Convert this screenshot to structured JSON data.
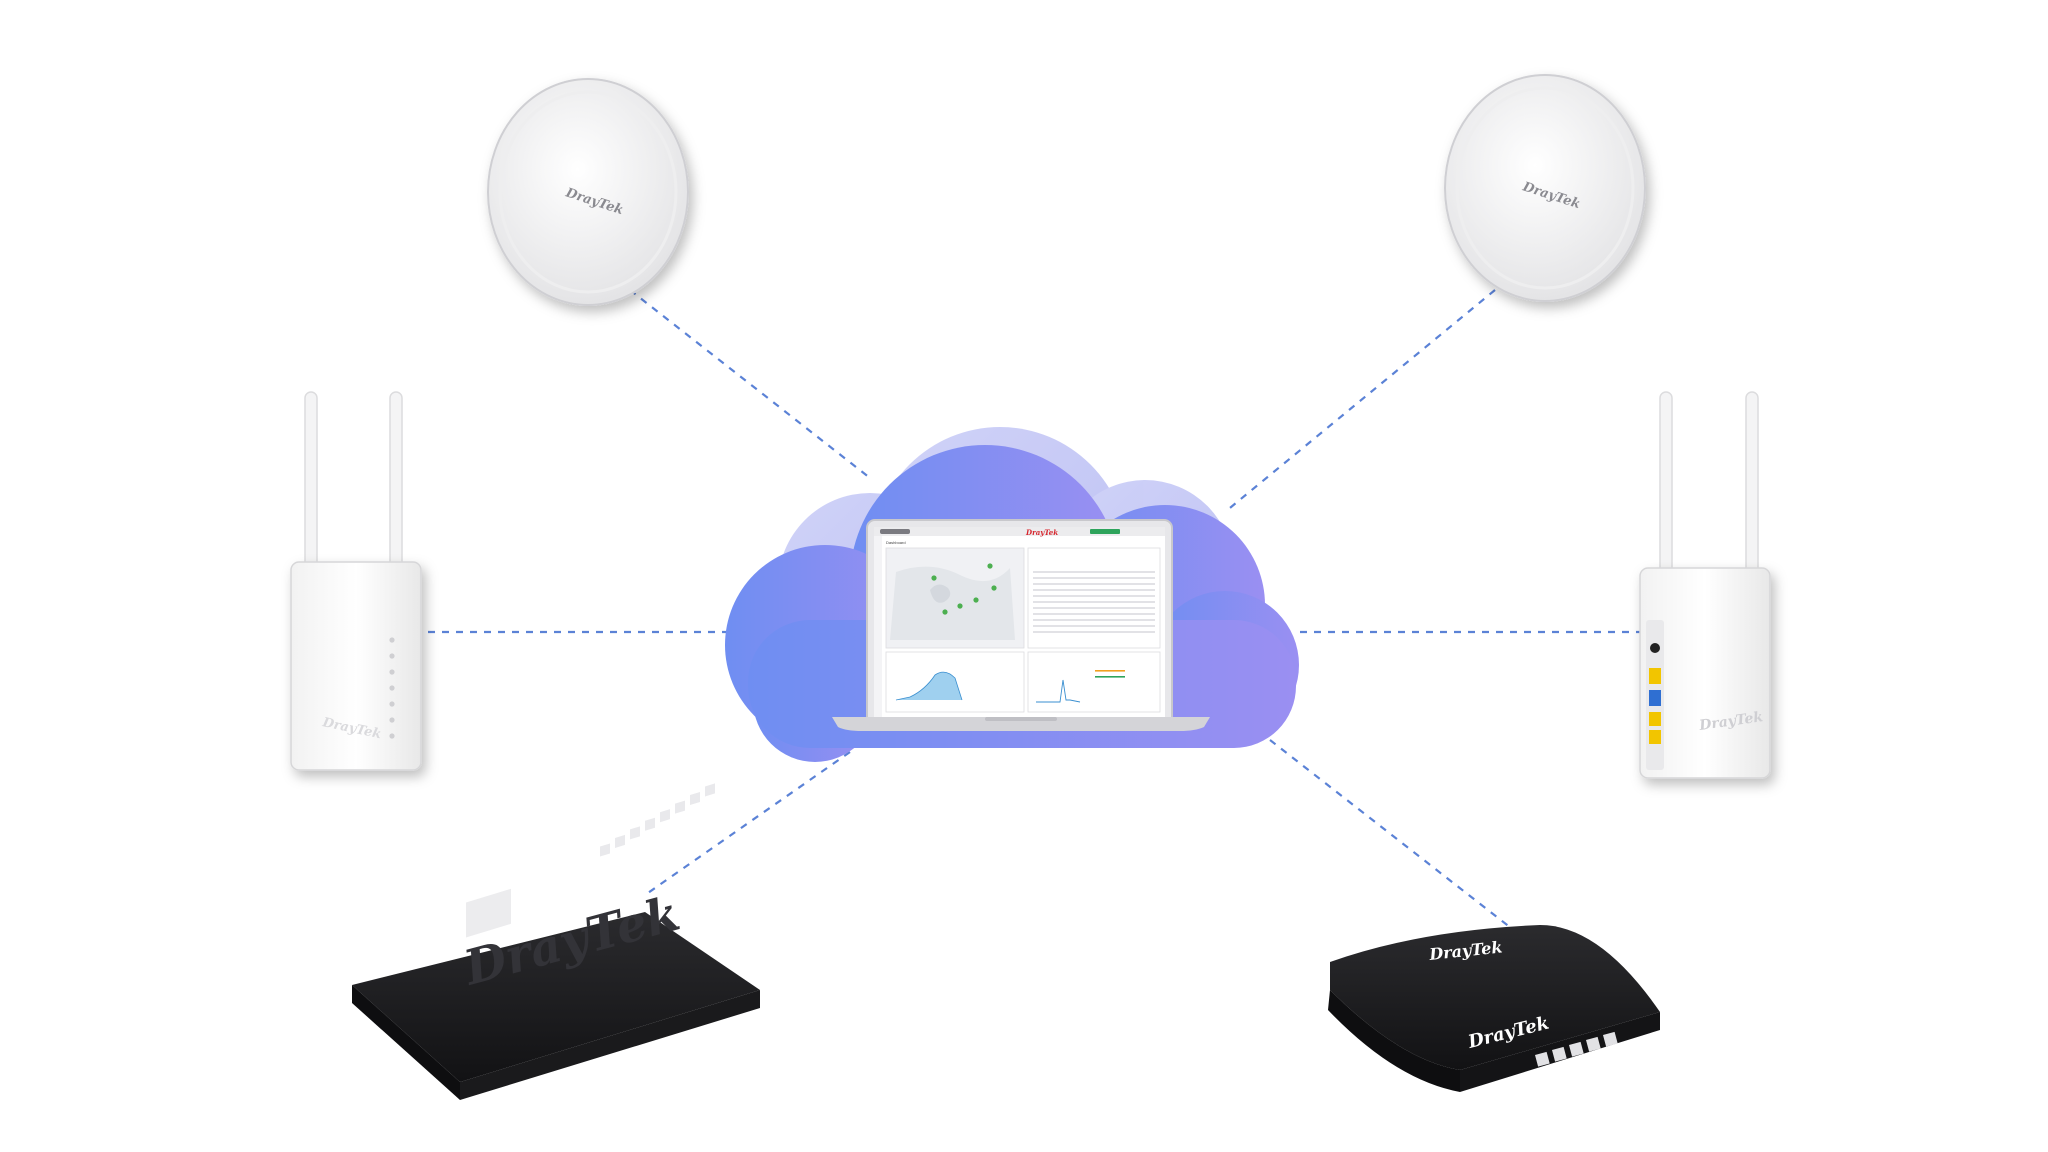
{
  "brand": {
    "name": "DrayTek"
  },
  "colors": {
    "link": "#5b82d6",
    "cloud_light": "#b9bff5",
    "cloud_main": "#7b8ef0",
    "device_white": "#f7f7f7",
    "device_black": "#1d1d1f",
    "brand_red": "#d7262e",
    "map_pin": "#4caf50"
  },
  "cloud": {
    "laptop": {
      "app_title": "Dashboard"
    }
  },
  "devices": {
    "ap_ceiling_left": {
      "label": "DrayTek",
      "type": "ceiling-access-point"
    },
    "ap_ceiling_right": {
      "label": "DrayTek",
      "type": "ceiling-access-point"
    },
    "ap_antenna_left": {
      "type": "antenna-access-point"
    },
    "router_antenna_right": {
      "label": "DrayTek",
      "type": "antenna-router"
    },
    "rack_router_left": {
      "label": "DrayTek",
      "type": "rackmount-router"
    },
    "desk_router_right": {
      "label": "DrayTek",
      "type": "desktop-router"
    }
  }
}
